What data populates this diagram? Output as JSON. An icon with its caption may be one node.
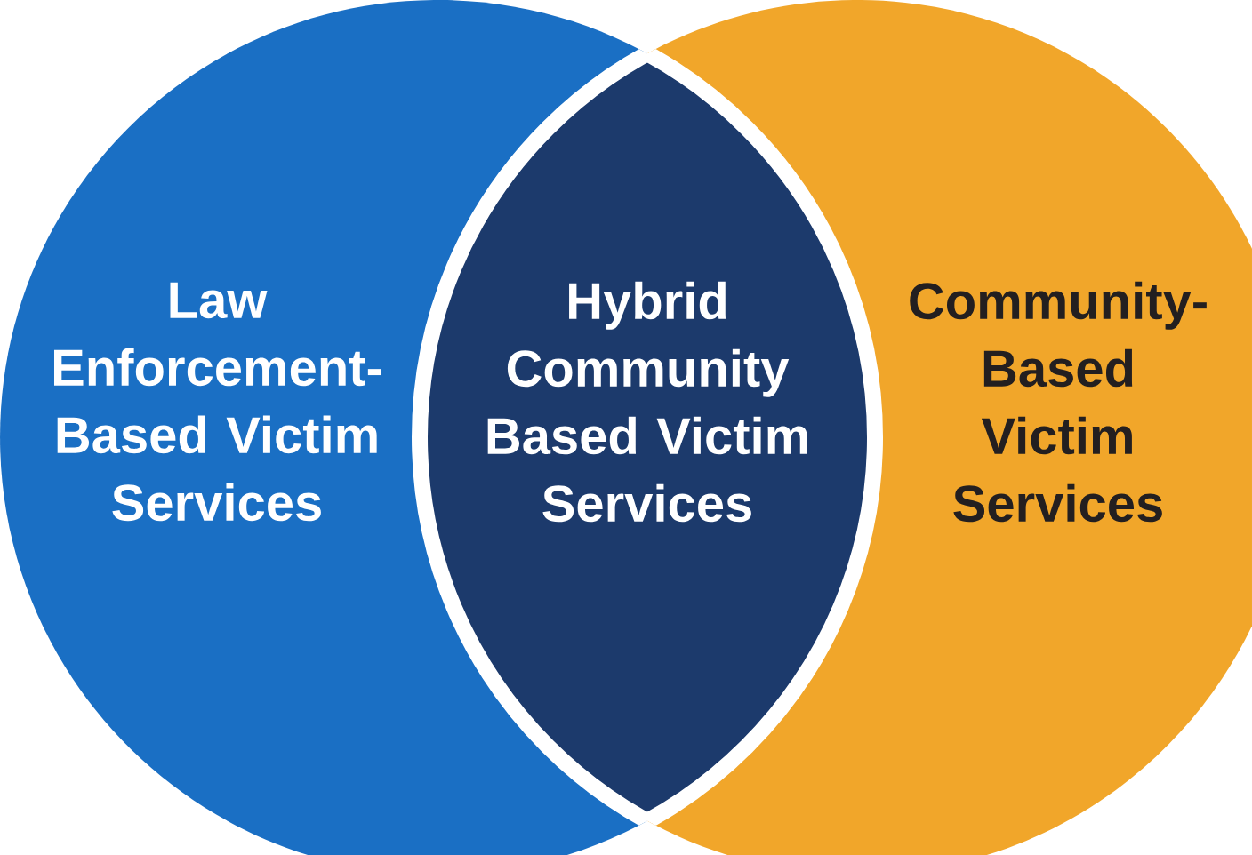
{
  "diagram": {
    "nodes": [
      {
        "text": [
          "Law Enforcement-Based Victim Services"
        ]
      },
      {
        "text": [
          "Hybrid Community Based Victim Services"
        ]
      },
      {
        "text": [
          "Community-Based Victim Services"
        ]
      }
    ]
  }
}
